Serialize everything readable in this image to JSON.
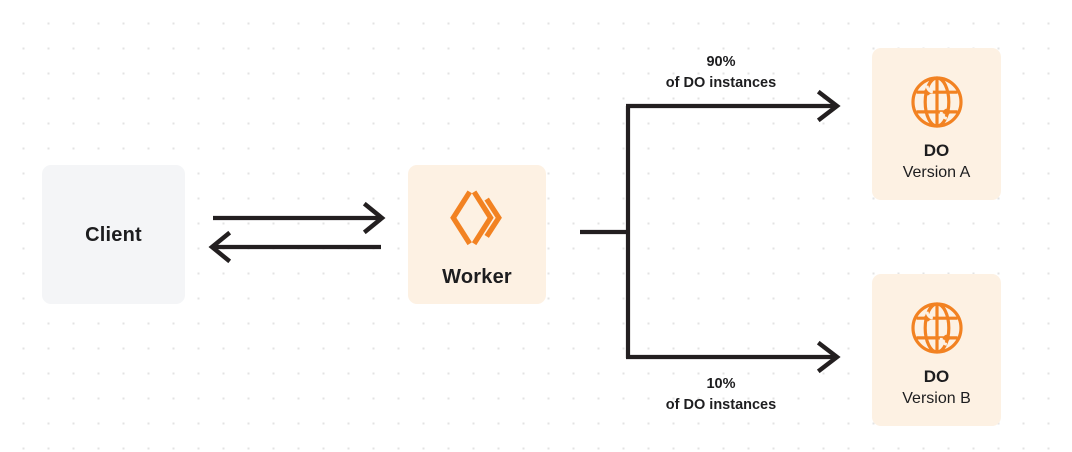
{
  "diagram": {
    "title": "Worker routing to Durable Object versions",
    "background": {
      "color": "#ffffff",
      "dot_color": "#e3e3e3"
    },
    "colors": {
      "accent_orange": "#f28222",
      "box_peach": "#fdf1e3",
      "box_gray": "#f4f5f7",
      "text_dark": "#1d1d1f",
      "wire": "#231f20"
    },
    "nodes": {
      "client": {
        "label": "Client"
      },
      "worker": {
        "label": "Worker",
        "icon": "cloudflare-workers-icon"
      },
      "do_a": {
        "title": "DO",
        "subtitle": "Version A",
        "icon": "globe-icon"
      },
      "do_b": {
        "title": "DO",
        "subtitle": "Version B",
        "icon": "globe-icon"
      }
    },
    "branches": {
      "top": {
        "percent": "90%",
        "caption": "of DO instances"
      },
      "bottom": {
        "percent": "10%",
        "caption": "of DO instances"
      }
    }
  }
}
